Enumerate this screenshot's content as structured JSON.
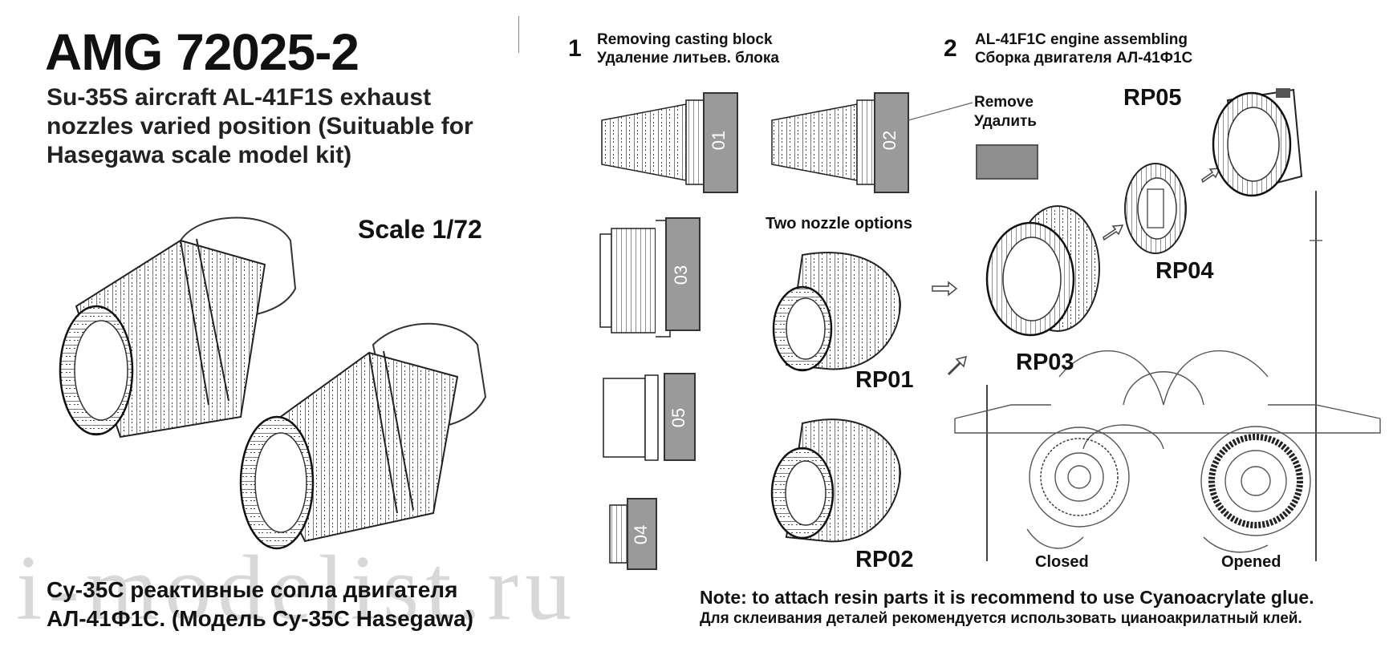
{
  "header": {
    "title": "AMG 72025-2",
    "subtitle": "Su-35S aircraft AL-41F1S exhaust nozzles varied position (Suituable for Hasegawa scale model kit)",
    "scale": "Scale 1/72",
    "ru_title": "Су-35С реактивные сопла двигателя АЛ-41Ф1С. (Модель Су-35С Hasegawa)"
  },
  "watermark": "i-modelist.ru",
  "steps": [
    {
      "number": "1",
      "text_en": "Removing casting block",
      "text_ru": "Удаление литьев. блока"
    },
    {
      "number": "2",
      "text_en": "AL-41F1C engine assembling",
      "text_ru": "Сборка двигателя АЛ-41Ф1С"
    }
  ],
  "casting_blocks": [
    "01",
    "02",
    "03",
    "05",
    "04"
  ],
  "remove": {
    "en": "Remove",
    "ru": "Удалить",
    "color": "#8e8e8e"
  },
  "two_options": "Two nozzle options",
  "parts": {
    "rp01": "RP01",
    "rp02": "RP02",
    "rp03": "RP03",
    "rp04": "RP04",
    "rp05": "RP05"
  },
  "aircraft": {
    "closed": "Closed",
    "opened": "Opened"
  },
  "note": {
    "en": "Note: to attach resin parts it is recommend to use Cyanoacrylate glue.",
    "ru": "Для склеивания деталей рекомендуется использовать цианоакрилатный клей."
  }
}
